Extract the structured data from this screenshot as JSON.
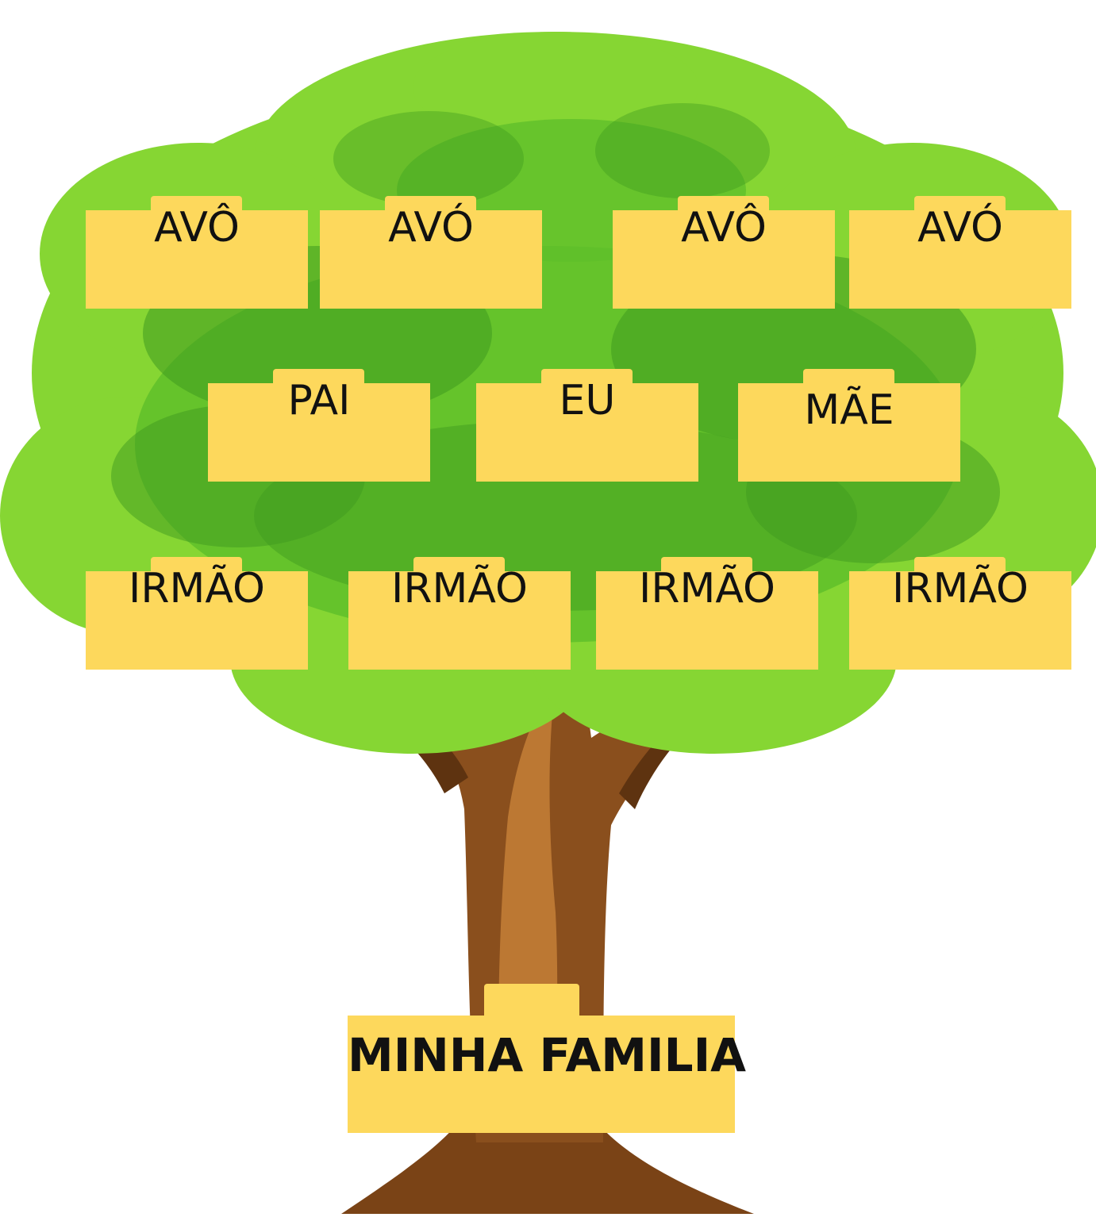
{
  "colors": {
    "card": "#fdd85c",
    "text": "#111111",
    "foliage_light": "#86d633",
    "foliage_mid": "#5fbf2a",
    "foliage_dark": "#3f9a1f",
    "trunk": "#8a4f1d",
    "trunk_dark": "#5e3310",
    "trunk_light": "#c8823a"
  },
  "tree": {
    "grandparents": [
      {
        "label": "AVÔ"
      },
      {
        "label": "AVÓ"
      },
      {
        "label": "AVÔ"
      },
      {
        "label": "AVÓ"
      }
    ],
    "parents_row": [
      {
        "label": "PAI"
      },
      {
        "label": "EU"
      },
      {
        "label": "MÃE"
      }
    ],
    "siblings": [
      {
        "label": "IRMÃO"
      },
      {
        "label": "IRMÃO"
      },
      {
        "label": "IRMÃO"
      },
      {
        "label": "IRMÃO"
      }
    ],
    "title": "MINHA FAMILIA"
  }
}
